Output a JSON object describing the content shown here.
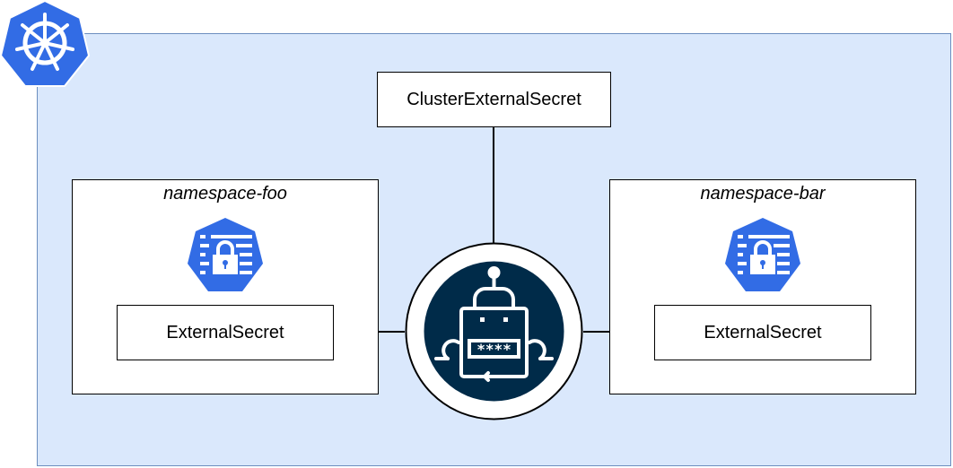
{
  "diagram": {
    "cluster_secret_label": "ClusterExternalSecret",
    "namespaces": [
      {
        "title": "namespace-foo",
        "secret_label": "ExternalSecret"
      },
      {
        "title": "namespace-bar",
        "secret_label": "ExternalSecret"
      }
    ],
    "operator_screen_text": "****",
    "icons": {
      "cluster": "kubernetes-helm-wheel-icon",
      "namespace_secret": "kubernetes-secret-icon",
      "operator": "secret-robot-icon"
    },
    "colors": {
      "cluster_fill": "#dae8fc",
      "cluster_border": "#6c8ebf",
      "k8s_blue": "#326ce5",
      "operator_fill": "#002b49"
    }
  }
}
